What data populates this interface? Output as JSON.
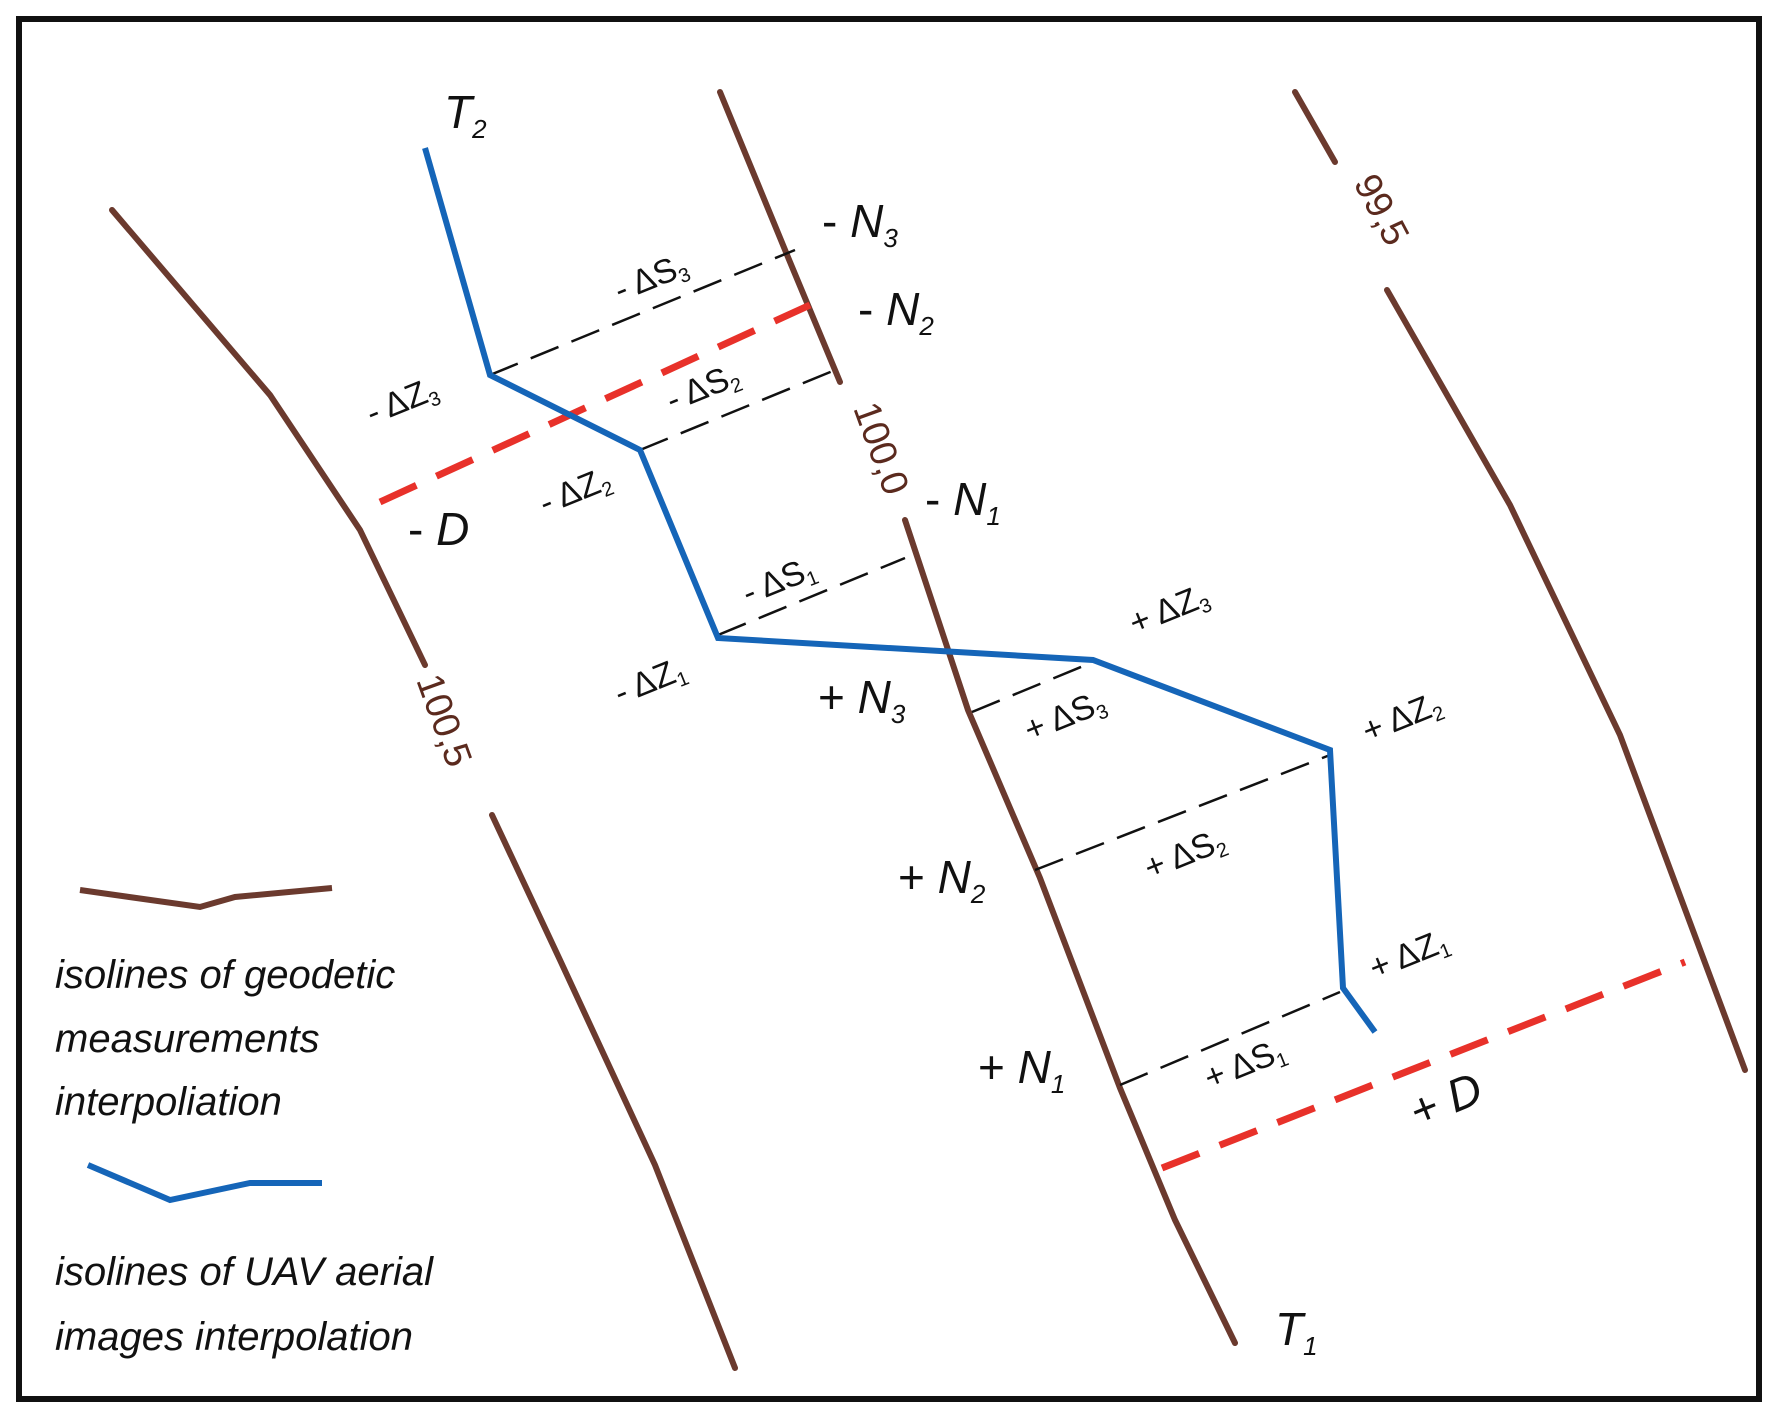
{
  "colors": {
    "geodetic_isoline": "#6b3a2e",
    "uav_isoline": "#1565b8",
    "deviation_line": "#e8312a",
    "construction_line": "#111111",
    "frame": "#111111"
  },
  "isolines": {
    "label_100_5": "100,5",
    "label_100_0": "100,0",
    "label_99_5": "99,5"
  },
  "transects": {
    "t2": {
      "main": "T",
      "sub": "2"
    },
    "t1": {
      "main": "T",
      "sub": "1"
    }
  },
  "normals": {
    "minus_n3": {
      "prefix": "- ",
      "main": "N",
      "sub": "3"
    },
    "minus_n2": {
      "prefix": "- ",
      "main": "N",
      "sub": "2"
    },
    "minus_n1": {
      "prefix": "- ",
      "main": "N",
      "sub": "1"
    },
    "plus_n3": {
      "prefix": "+ ",
      "main": "N",
      "sub": "3"
    },
    "plus_n2": {
      "prefix": "+ ",
      "main": "N",
      "sub": "2"
    },
    "plus_n1": {
      "prefix": "+ ",
      "main": "N",
      "sub": "1"
    }
  },
  "deltas_s": {
    "minus_s3": {
      "main": "- ΔS",
      "sub": "3"
    },
    "minus_s2": {
      "main": "- ΔS",
      "sub": "2"
    },
    "minus_s1": {
      "main": "- ΔS",
      "sub": "1"
    },
    "plus_s3": {
      "main": "+ ΔS",
      "sub": "3"
    },
    "plus_s2": {
      "main": "+ ΔS",
      "sub": "2"
    },
    "plus_s1": {
      "main": "+ ΔS",
      "sub": "1"
    }
  },
  "deltas_z": {
    "minus_z3": {
      "main": "- ΔZ",
      "sub": "3"
    },
    "minus_z2": {
      "main": "- ΔZ",
      "sub": "2"
    },
    "minus_z1": {
      "main": "- ΔZ",
      "sub": "1"
    },
    "plus_z3": {
      "main": "+ ΔZ",
      "sub": "3"
    },
    "plus_z2": {
      "main": "+ ΔZ",
      "sub": "2"
    },
    "plus_z1": {
      "main": "+ ΔZ",
      "sub": "1"
    }
  },
  "d_labels": {
    "minus_d": {
      "prefix": "- ",
      "main": "D"
    },
    "plus_d": {
      "prefix": "+ ",
      "main": "D"
    }
  },
  "legend": {
    "geodetic": {
      "line1": "isolines of geodetic",
      "line2": "measurements",
      "line3": "interpoliation"
    },
    "uav": {
      "line1": "isolines of UAV aerial",
      "line2": "images interpolation"
    }
  }
}
